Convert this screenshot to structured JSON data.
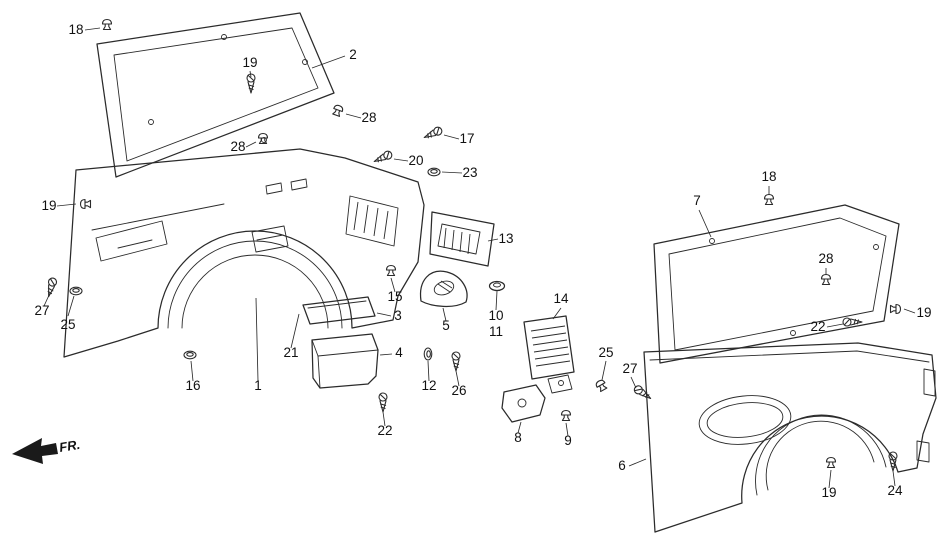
{
  "colors": {
    "background": "#ffffff",
    "line": "#2b2b2b",
    "text": "#111111"
  },
  "direction_label": "FR.",
  "icons": {
    "screw": "screw-icon",
    "clip": "trim-clip-icon",
    "grommet": "grommet-icon",
    "arrow": "front-direction-arrow"
  },
  "callouts": [
    {
      "label": "18"
    },
    {
      "label": "2"
    },
    {
      "label": "19"
    },
    {
      "label": "28"
    },
    {
      "label": "17"
    },
    {
      "label": "28"
    },
    {
      "label": "20"
    },
    {
      "label": "23"
    },
    {
      "label": "19"
    },
    {
      "label": "13"
    },
    {
      "label": "18"
    },
    {
      "label": "7"
    },
    {
      "label": "28"
    },
    {
      "label": "27"
    },
    {
      "label": "25"
    },
    {
      "label": "15"
    },
    {
      "label": "3"
    },
    {
      "label": "5"
    },
    {
      "label": "10"
    },
    {
      "label": "11"
    },
    {
      "label": "14"
    },
    {
      "label": "22"
    },
    {
      "label": "19"
    },
    {
      "label": "25"
    },
    {
      "label": "27"
    },
    {
      "label": "16"
    },
    {
      "label": "21"
    },
    {
      "label": "1"
    },
    {
      "label": "4"
    },
    {
      "label": "12"
    },
    {
      "label": "26"
    },
    {
      "label": "22"
    },
    {
      "label": "8"
    },
    {
      "label": "9"
    },
    {
      "label": "6"
    },
    {
      "label": "19"
    },
    {
      "label": "24"
    }
  ]
}
